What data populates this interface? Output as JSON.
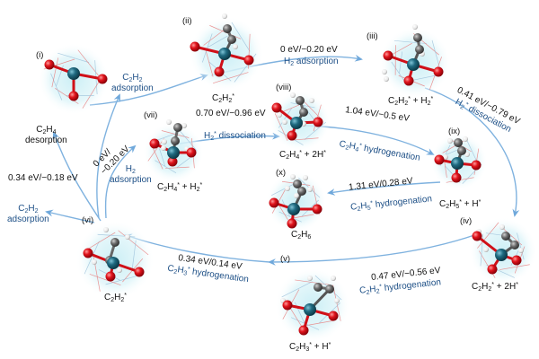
{
  "title": "Acetylene semi-hydrogenation catalytic cycle on single-atom site",
  "colors": {
    "arrow": "#7fb2df",
    "process_text": "#1d4f86",
    "metal": "#1f6a80",
    "oxygen": "#e0141c",
    "carbon": "#6b6b6b",
    "hydrogen": "#f2f2f2",
    "cage_red": "#e88080",
    "cage_blue": "#9fc3dc",
    "halo": "#d6f2f7"
  },
  "states": [
    {
      "id": "i",
      "roman": "(i)",
      "species": ""
    },
    {
      "id": "ii",
      "roman": "(ii)",
      "species": "C2H2*"
    },
    {
      "id": "iii",
      "roman": "(iii)",
      "species": "C2H2* + H2*"
    },
    {
      "id": "iv",
      "roman": "(iv)",
      "species": "C2H2* + 2H*"
    },
    {
      "id": "v",
      "roman": "(v)",
      "species": "C2H3* + H*"
    },
    {
      "id": "vi",
      "roman": "(vi)",
      "species": "C2H2*"
    },
    {
      "id": "vii",
      "roman": "(vii)",
      "species": "C2H4* + H2*"
    },
    {
      "id": "viii",
      "roman": "(viii)",
      "species": "C2H4* + 2H*"
    },
    {
      "id": "ix",
      "roman": "(ix)",
      "species": "C2H5* + H*"
    },
    {
      "id": "x",
      "roman": "(x)",
      "species": "C2H6"
    }
  ],
  "steps": [
    {
      "id": "i-ii",
      "process": "C2H2 adsorption",
      "energy": ""
    },
    {
      "id": "ii-iii",
      "process": "H2 adsorption",
      "energy": "0 eV/−0.20 eV"
    },
    {
      "id": "iii-iv",
      "process": "H2* dissociation",
      "energy": "0.41 eV/−0.79 eV"
    },
    {
      "id": "iv-v",
      "process": "C2H2* hydrogenation",
      "energy": "0.47 eV/−0.56 eV"
    },
    {
      "id": "v-vi",
      "process": "C2H3* hydrogenation",
      "energy": "0.34 eV/0.14 eV"
    },
    {
      "id": "vi-vii",
      "process": "H2 adsorption",
      "energy": "0 eV/ −0.20 eV"
    },
    {
      "id": "vii-viii",
      "process": "H2* dissociation",
      "energy": "0.70 eV/−0.96 eV"
    },
    {
      "id": "viii-ix",
      "process": "C2H4* hydrogenation",
      "energy": "1.04 eV/−0.5 eV"
    },
    {
      "id": "ix-x",
      "process": "C2H5* hydrogenation",
      "energy": "1.31 eV/0.28 eV"
    },
    {
      "id": "vi-desorption",
      "process": "C2H4 desorption",
      "energy": "0.34 eV/−0.18 eV"
    },
    {
      "id": "vi-readsorption",
      "process": "C2H2 adsorption",
      "energy": ""
    }
  ],
  "labels_html": {
    "ii": "C<sub>2</sub>H<sub>2</sub><sup>*</sup>",
    "iii": "C<sub>2</sub>H<sub>2</sub><sup>*</sup> + H<sub>2</sub><sup>*</sup>",
    "iv": "C<sub>2</sub>H<sub>2</sub><sup>*</sup> + 2H<sup>*</sup>",
    "v": "C<sub>2</sub>H<sub>3</sub><sup>*</sup> + H<sup>*</sup>",
    "vi": "C<sub>2</sub>H<sub>2</sub><sup>*</sup>",
    "vii": "C<sub>2</sub>H<sub>4</sub><sup>*</sup> + H<sub>2</sub><sup>*</sup>",
    "viii": "C<sub>2</sub>H<sub>4</sub><sup>*</sup> + 2H<sup>*</sup>",
    "ix": "C<sub>2</sub>H<sub>5</sub><sup>*</sup> + H<sup>*</sup>",
    "x": "C<sub>2</sub>H<sub>6</sub>",
    "p_c2h2_ads": "C<sub>2</sub>H<sub>2</sub><br>adsorption",
    "p_h2_ads": "H<sub>2</sub> adsorption",
    "p_h2_diss": "H<sub>2</sub><sup>*</sup> dissociation",
    "p_c2h2_hyd": "C<sub>2</sub>H<sub>2</sub><sup>*</sup> hydrogenation",
    "p_c2h3_hyd": "C<sub>2</sub>H<sub>3</sub><sup>*</sup> hydrogenation",
    "p_h2_ads2": "H<sub>2</sub><br>adsorption",
    "p_h2_diss2": "H<sub>2</sub><sup>*</sup> dissociation",
    "p_c2h4_hyd": "C<sub>2</sub>H<sub>4</sub><sup>*</sup> hydrogenation",
    "p_c2h5_hyd": "C<sub>2</sub>H<sub>5</sub><sup>*</sup> hydrogenation",
    "p_c2h4_des": "C<sub>2</sub>H<sub>4</sub><br>desorption",
    "p_c2h2_ads2": "C<sub>2</sub>H<sub>2</sub><br>adsorption",
    "e_vi_vii": "0 eV/<br>−0.20 eV"
  }
}
